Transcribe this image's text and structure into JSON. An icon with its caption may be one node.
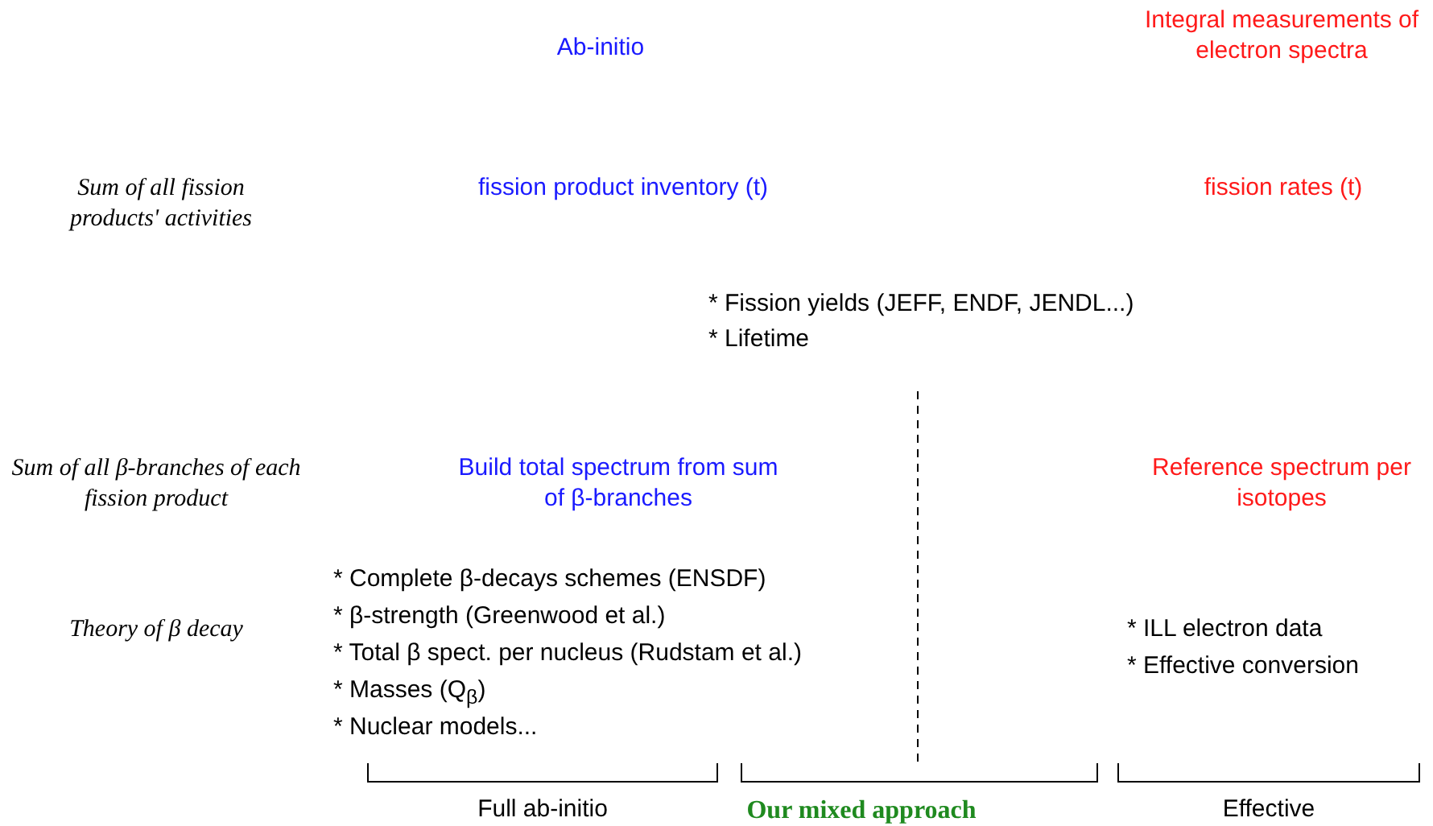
{
  "diagram": {
    "labels": [
      "Ab-initio",
      "Integral measurements of electron spectra",
      "Sum of all fission products' activities",
      "fission product inventory (t)",
      "fission rates (t)",
      "* Fission yields (JEFF, ENDF, JENDL...)",
      "* Lifetime",
      "Sum of all β-branches of each fission product",
      "Build total spectrum from sum of β-branches",
      "Reference spectrum per isotopes",
      "Theory of β decay",
      "* Complete β-decays schemes (ENSDF)",
      "* β-strength (Greenwood et al.)",
      "* Total β spect. per nucleus (Rudstam et al.)",
      "* Masses (Q$_{β}$)",
      "* Nuclear models...",
      "* ILL electron data",
      "* Effective conversion",
      "Full ab-initio",
      "Our mixed approach",
      "Effective"
    ]
  }
}
